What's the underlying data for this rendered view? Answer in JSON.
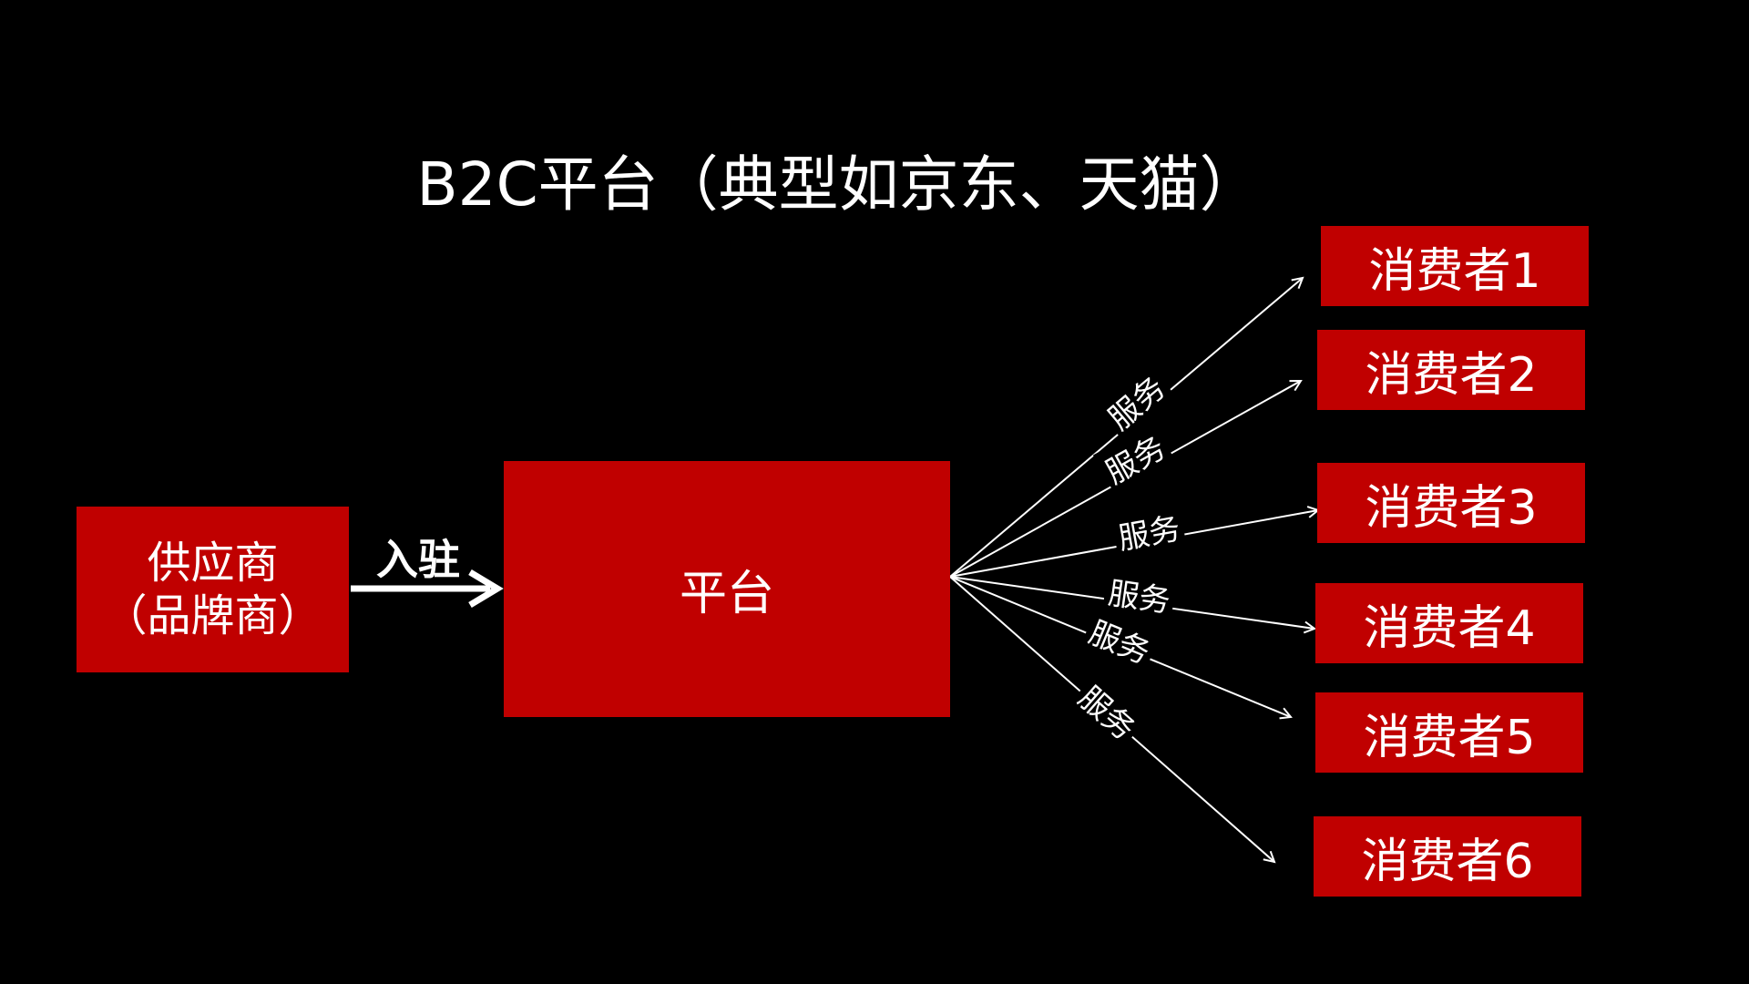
{
  "title": "B2C平台（典型如京东、天猫）",
  "supplier": {
    "line1": "供应商",
    "line2": "（品牌商）"
  },
  "join_label": "入驻",
  "platform": "平台",
  "service_label": "服务",
  "consumers": [
    "消费者1",
    "消费者2",
    "消费者3",
    "消费者4",
    "消费者5",
    "消费者6"
  ],
  "colors": {
    "background": "#000000",
    "box": "#c00000",
    "text": "#ffffff",
    "arrow": "#ffffff"
  }
}
